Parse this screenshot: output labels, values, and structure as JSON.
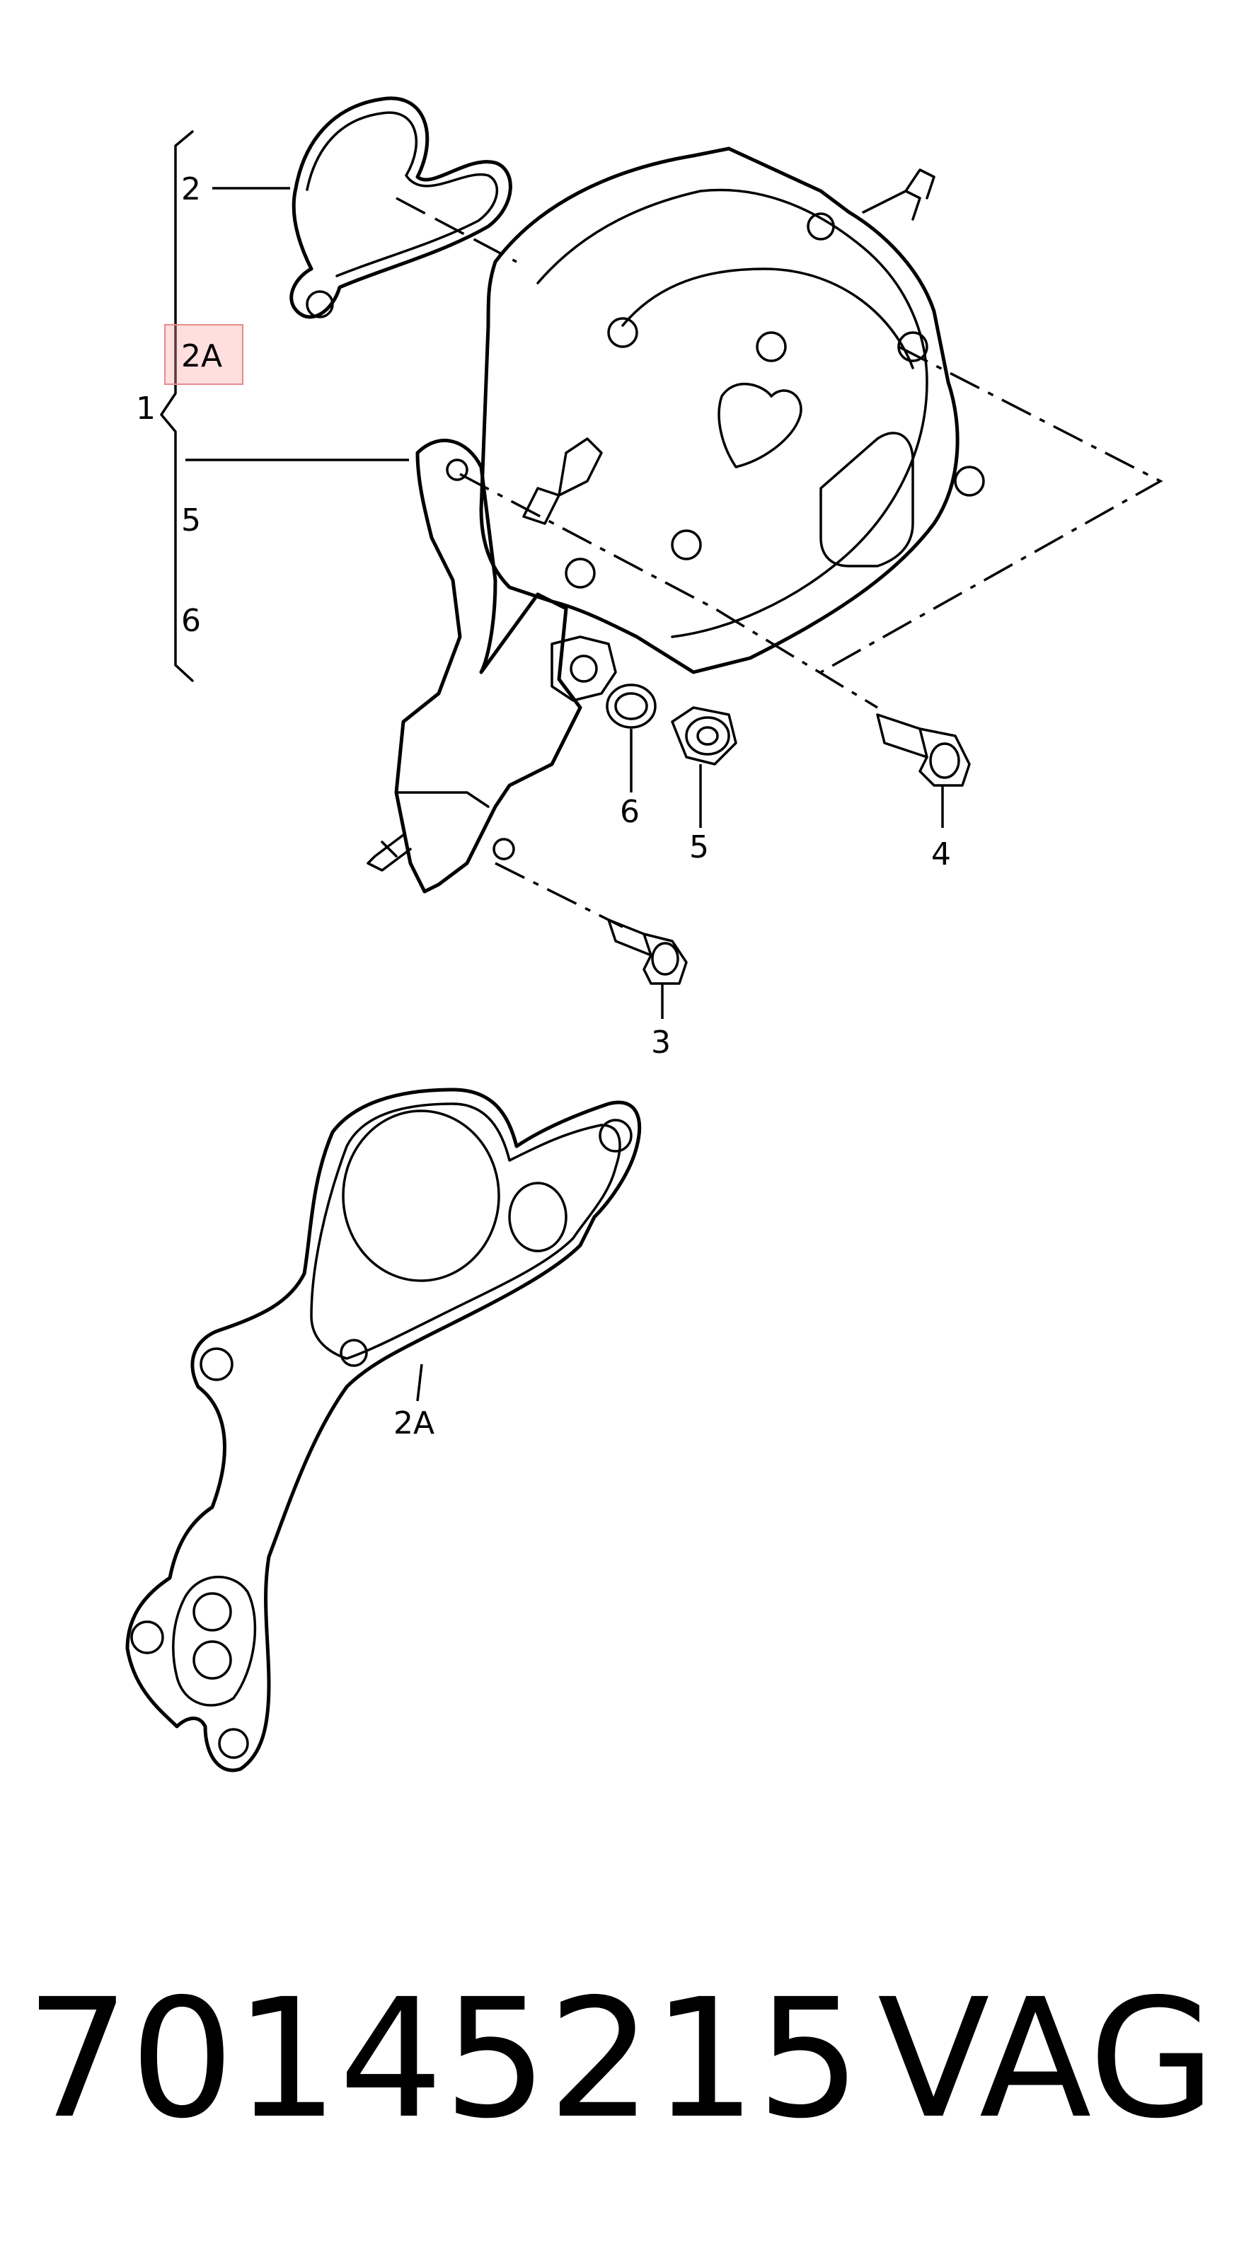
{
  "callouts": {
    "c1": "1",
    "c2": "2",
    "c2a_top": "2A",
    "c2a_bottom": "2A",
    "c3": "3",
    "c4": "4",
    "c5_list": "5",
    "c5": "5",
    "c6_list": "6",
    "c6": "6"
  },
  "footer": {
    "part_number": "70145215",
    "brand": "VAG"
  },
  "colors": {
    "ink": "#000000",
    "highlight": "#f4b6b6"
  }
}
